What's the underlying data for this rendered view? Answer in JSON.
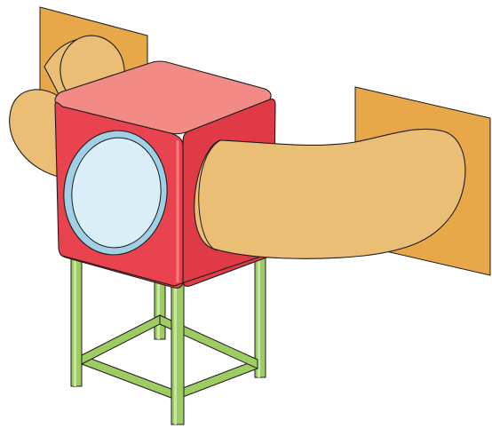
{
  "colors": {
    "background": "#ffffff",
    "panel_fill": "#e8a84a",
    "tube_fill": "#ebbe76",
    "box_front": "#e8434f",
    "box_top": "#f28b86",
    "box_side": "#e03a46",
    "window_ring": "#9fd0e6",
    "window_glass": "#daeef8",
    "leg_fill": "#9ccc62",
    "leg_highlight": "#c8e6a0",
    "outline": "#1c1c1c"
  },
  "parts": {
    "left_panel": "mounting-panel",
    "right_panel": "mounting-panel",
    "left_tube": "duct",
    "right_tube": "duct",
    "housing": "box",
    "window": "round-window",
    "stand": "four-leg-frame"
  }
}
